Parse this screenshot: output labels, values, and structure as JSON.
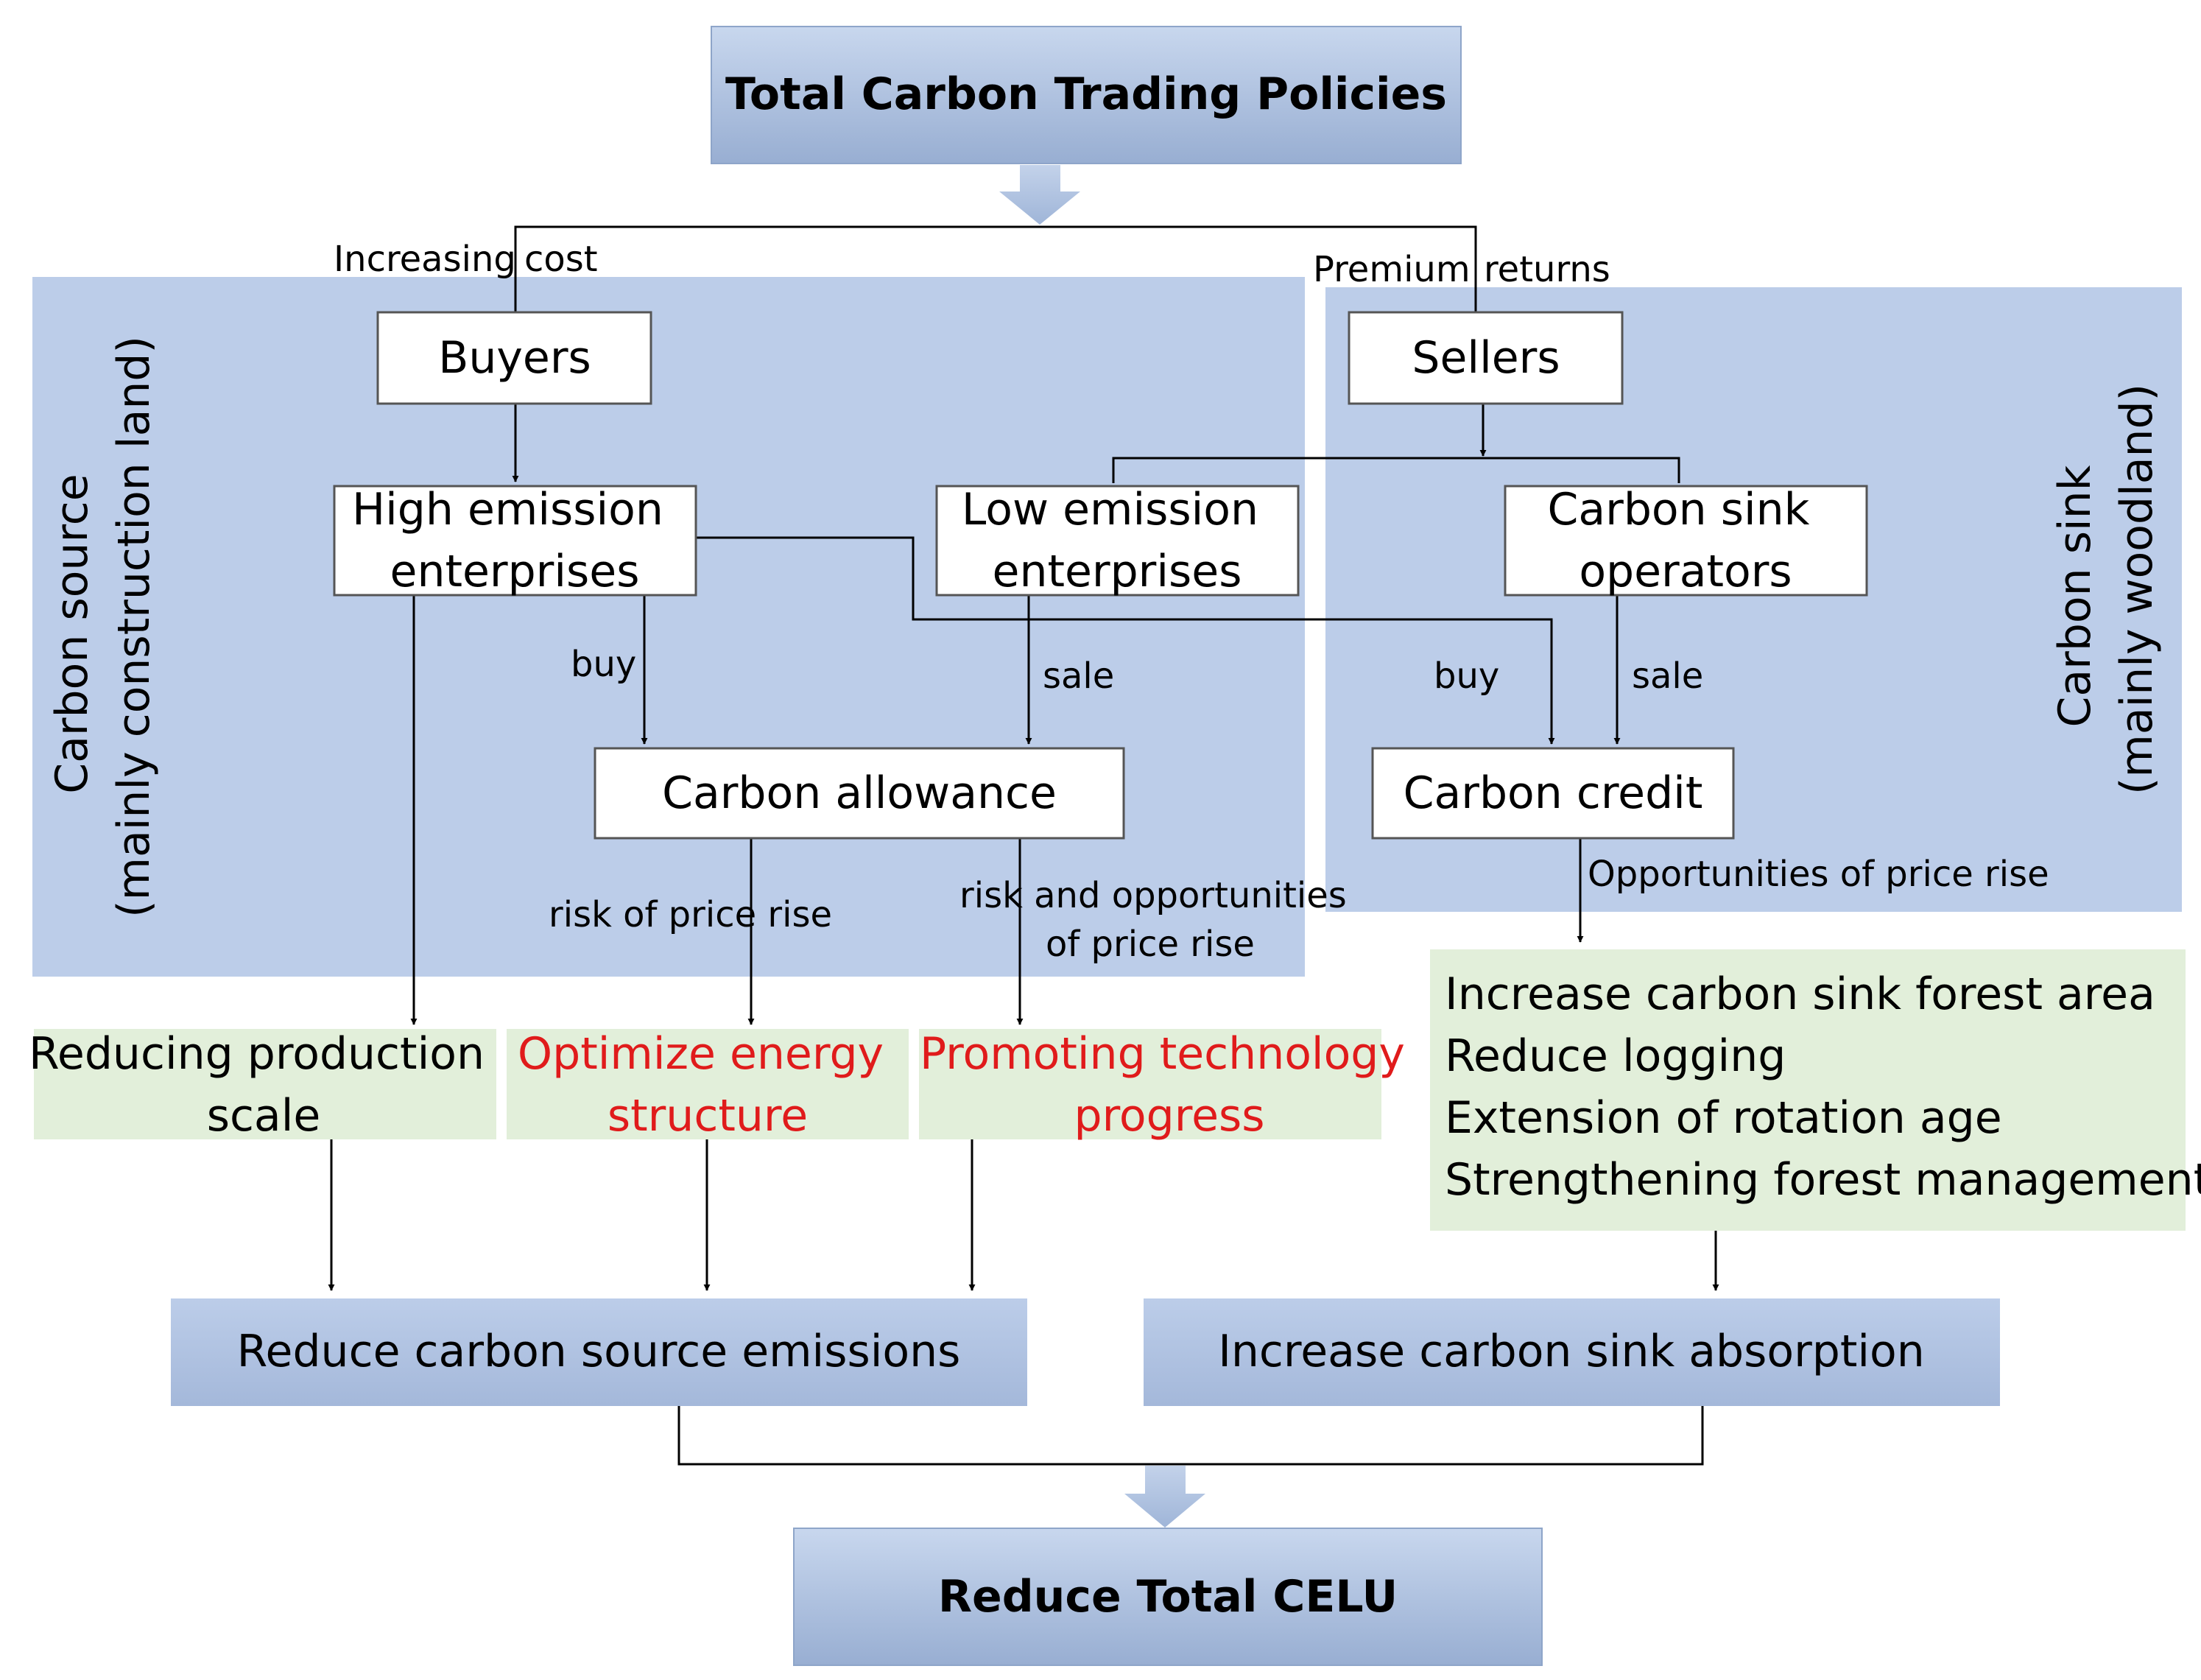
{
  "nodes": {
    "top": "Total Carbon Trading Policies",
    "buyers": "Buyers",
    "sellers": "Sellers",
    "high_emission": [
      "High emission",
      "enterprises"
    ],
    "low_emission": [
      "Low emission",
      "enterprises"
    ],
    "sink_operators": [
      "Carbon sink",
      "operators"
    ],
    "allowance": "Carbon allowance",
    "credit": "Carbon credit",
    "reduce_scale": [
      "Reducing production",
      "scale"
    ],
    "optimize_energy": [
      "Optimize energy",
      "structure"
    ],
    "promote_tech": [
      "Promoting technology",
      "progress"
    ],
    "sink_actions": [
      "Increase carbon sink forest area",
      "Reduce logging",
      "Extension of rotation age",
      "Strengthening forest management"
    ],
    "reduce_source": "Reduce carbon source emissions",
    "increase_sink": "Increase carbon sink absorption",
    "bottom": "Reduce Total CELU"
  },
  "regions": {
    "source": [
      "Carbon source",
      "(mainly construction land)"
    ],
    "sink": [
      "Carbon sink",
      "(mainly woodland)"
    ]
  },
  "labels": {
    "increasing": "Increasing",
    "cost": "cost",
    "premium": "Premium",
    "returns": "returns",
    "buy_left": "buy",
    "sale_mid": "sale",
    "buy_right": "buy",
    "sale_right": "sale",
    "risk_price": "risk of price rise",
    "risk_opp": [
      "risk and opportunities",
      "of price rise"
    ],
    "opp_price": "Opportunities of price rise"
  },
  "colors": {
    "region_fill": "#bccde9",
    "action_fill": "#e2efda",
    "emphasis_text": "#e01b1b",
    "header_fill_top": "#c5d4ec",
    "header_fill_bottom": "#9bb1d3",
    "arrow_fill": "#a9bedf"
  }
}
